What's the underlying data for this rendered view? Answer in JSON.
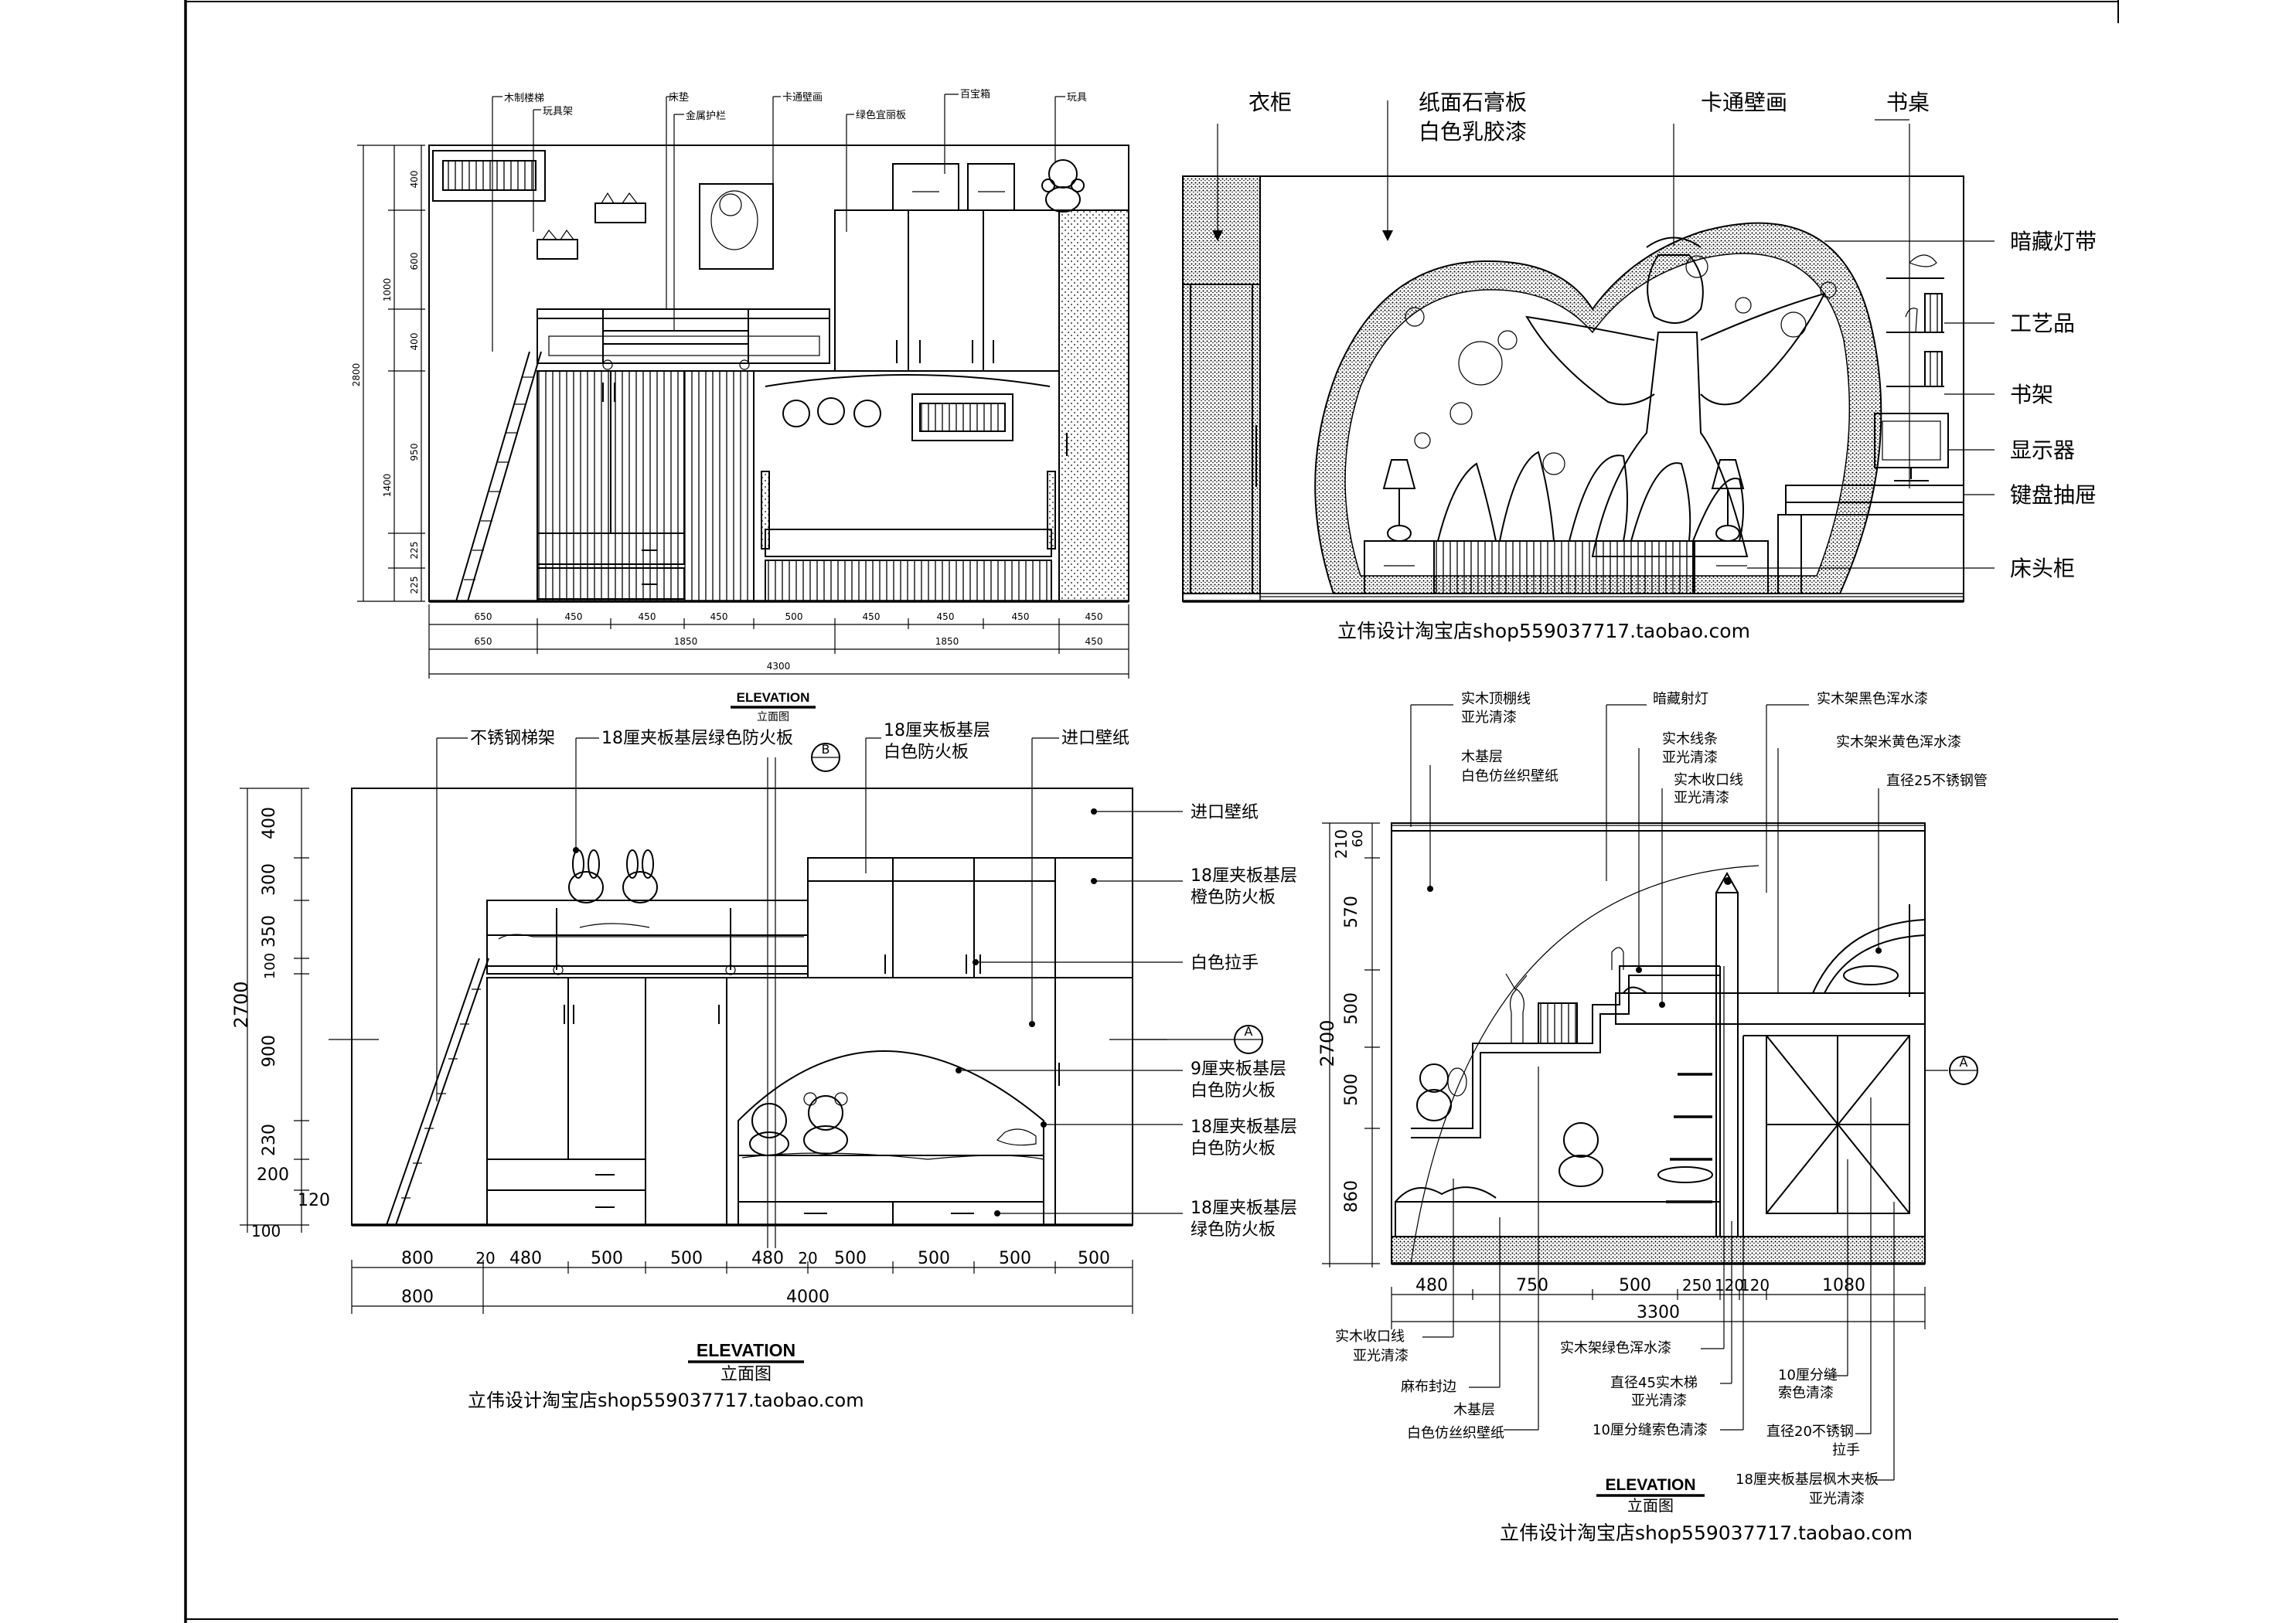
{
  "colors": {
    "line": "#000000",
    "paper": "#ffffff"
  },
  "drawing_tl": {
    "callouts": [
      "木制楼梯",
      "玩具架",
      "床垫",
      "金属护栏",
      "卡通壁画",
      "绿色宜丽板",
      "百宝箱",
      "玩具"
    ],
    "vdims": [
      "400",
      "600",
      "1000",
      "400",
      "950",
      "1400",
      "225",
      "225",
      "2800"
    ],
    "hdims_row1": [
      "650",
      "450",
      "450",
      "450",
      "500",
      "450",
      "450",
      "450",
      "450"
    ],
    "hdims_row2": [
      "650",
      "1850",
      "1850",
      "450"
    ],
    "hdim_total": "4300",
    "title_en": "ELEVATION",
    "title_cn": "立面图"
  },
  "drawing_tr": {
    "callouts_top": [
      "衣柜",
      "纸面石膏板",
      "白色乳胶漆",
      "卡通壁画",
      "书桌"
    ],
    "callouts_right": [
      "暗藏灯带",
      "工艺品",
      "书架",
      "显示器",
      "键盘抽屉",
      "床头柜"
    ],
    "shop": "立伟设计淘宝店shop559037717.taobao.com"
  },
  "drawing_bl": {
    "callouts": [
      "不锈钢梯架",
      "18厘夹板基层绿色防火板",
      "18厘夹板基层",
      "白色防火板",
      "进口壁纸",
      "进口壁纸",
      "18厘夹板基层",
      "橙色防火板",
      "白色拉手",
      "9厘夹板基层",
      "白色防火板",
      "18厘夹板基层",
      "白色防火板",
      "18厘夹板基层",
      "绿色防火板"
    ],
    "section_mark": "B",
    "axis_mark": "A",
    "vdims": [
      "400",
      "300",
      "350",
      "100",
      "2700",
      "900",
      "230",
      "200",
      "120",
      "100"
    ],
    "hdims_row1": [
      "800",
      "20",
      "480",
      "500",
      "500",
      "480",
      "20",
      "500",
      "500",
      "500",
      "500"
    ],
    "hdims_row2": [
      "800",
      "4000"
    ],
    "title_en": "ELEVATION",
    "title_cn": "立面图",
    "shop": "立伟设计淘宝店shop559037717.taobao.com"
  },
  "drawing_br": {
    "callouts_top": [
      "实木顶棚线",
      "亚光清漆",
      "暗藏射灯",
      "实木架黑色浑水漆",
      "木基层",
      "白色仿丝织壁纸",
      "实木线条",
      "亚光清漆",
      "实木收口线",
      "亚光清漆",
      "实木架米黄色浑水漆",
      "直径25不锈钢管"
    ],
    "callouts_bottom": [
      "实木收口线",
      "亚光清漆",
      "麻布封边",
      "实木架绿色浑水漆",
      "直径45实木梯",
      "亚光清漆",
      "木基层",
      "白色仿丝织壁纸",
      "10厘分缝索色清漆",
      "10厘分缝",
      "索色清漆",
      "直径20不锈钢",
      "拉手",
      "18厘夹板基层枫木夹板",
      "亚光清漆"
    ],
    "axis_mark": "A",
    "vdims": [
      "210",
      "60",
      "570",
      "500",
      "2700",
      "500",
      "860"
    ],
    "hdims": [
      "480",
      "750",
      "500",
      "250",
      "120",
      "120",
      "1080"
    ],
    "hdim_total": "3300",
    "title_en": "ELEVATION",
    "title_cn": "立面图",
    "shop": "立伟设计淘宝店shop559037717.taobao.com"
  }
}
